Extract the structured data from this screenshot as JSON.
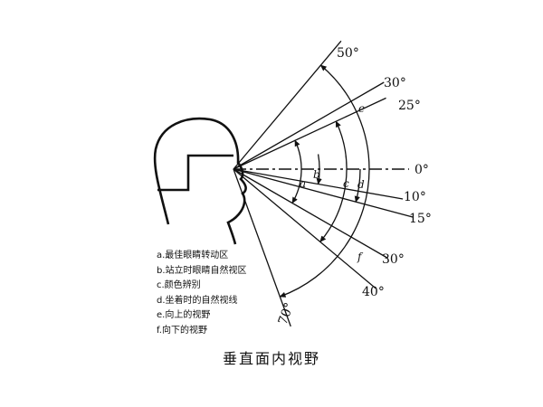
{
  "title": "垂直面内视野",
  "angle_labels": [
    {
      "key": "up50",
      "text": "50°",
      "deg": -50
    },
    {
      "key": "up30",
      "text": "30°",
      "deg": -30
    },
    {
      "key": "up25",
      "text": "25°",
      "deg": -25
    },
    {
      "key": "zero",
      "text": "0°",
      "deg": 0
    },
    {
      "key": "down10",
      "text": "10°",
      "deg": 10
    },
    {
      "key": "down15",
      "text": "15°",
      "deg": 15
    },
    {
      "key": "down30",
      "text": "30°",
      "deg": 30
    },
    {
      "key": "down40",
      "text": "40°",
      "deg": 40
    },
    {
      "key": "down70",
      "text": "70°",
      "deg": 70
    }
  ],
  "arc_letters": {
    "a": "a",
    "b": "b",
    "c": "c",
    "d": "d",
    "e": "e",
    "f": "f"
  },
  "legend": [
    "a.最佳眼睛转动区",
    "b.站立时眼睛自然视区",
    "c.颜色辨别",
    "d.坐着时的自然视线",
    "e.向上的视野",
    "f.向下的视野"
  ]
}
